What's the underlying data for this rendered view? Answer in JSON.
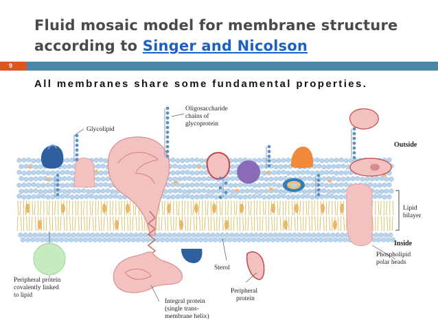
{
  "slide": {
    "title_line1": "Fluid mosaic model for membrane structure",
    "title_line2_prefix": "according to ",
    "title_link": "Singer and Nicolson",
    "slide_number": "9",
    "subtitle": "All membranes share some fundamental properties."
  },
  "figure": {
    "labels": {
      "oligosaccharide_1": "Oligosaccharide",
      "oligosaccharide_2": "chains of",
      "oligosaccharide_3": "glycoprotein",
      "glycolipid": "Glycolipid",
      "outside": "Outside",
      "inside": "Inside",
      "lipid_1": "Lipid",
      "lipid_2": "bilayer",
      "phospholipid_1": "Phospholipid",
      "phospholipid_2": "polar heads",
      "sterol": "Sterol",
      "peripheral_1": "Peripheral",
      "peripheral_2": "protein",
      "peri_cov_1": "Peripheral protein",
      "peri_cov_2": "covalently linked",
      "peri_cov_3": "to lipid",
      "integral_1": "Integral protein",
      "integral_2": "(single trans-",
      "integral_3": "membrane helix)"
    },
    "colors": {
      "title_text": "#4a4a4a",
      "link": "#1f5fbf",
      "bar_orange": "#e0561f",
      "bar_blue": "#4a86a8",
      "lipid_head": "#b9d3ea",
      "protein_pink": "#f4c1c1",
      "protein_orange": "#f08a3a",
      "protein_blue": "#2f5f9e",
      "protein_purple": "#8a6bb8",
      "protein_green": "#b8e3b0",
      "sterol_yellow": "#e9b765"
    }
  }
}
